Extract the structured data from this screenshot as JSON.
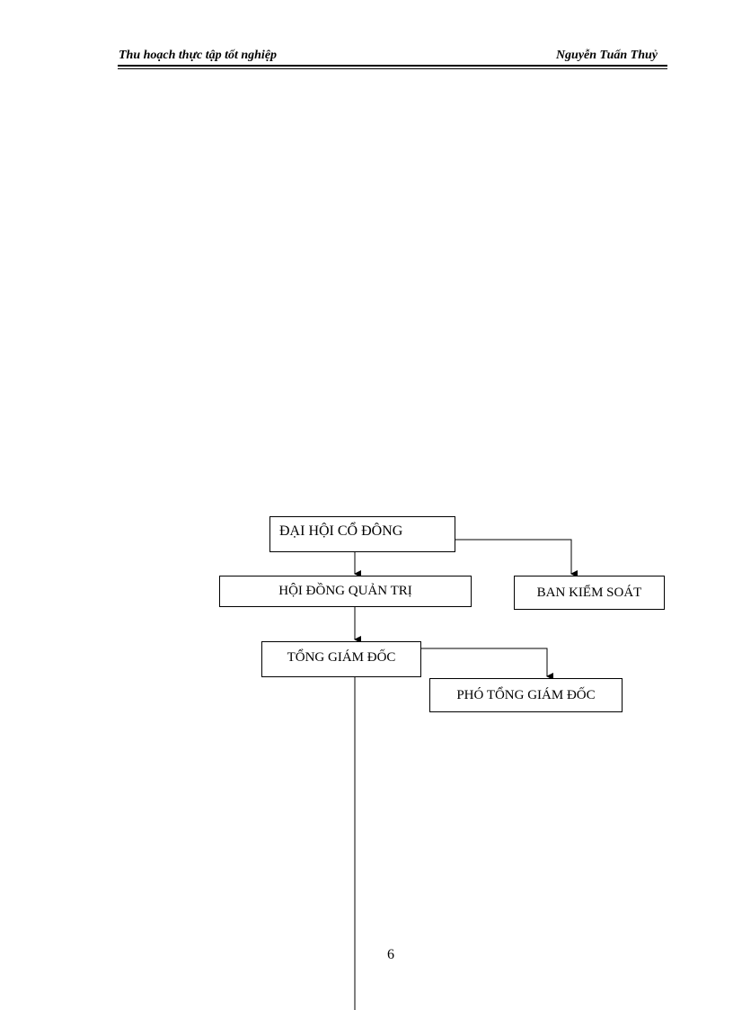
{
  "header": {
    "left_text": "Thu hoạch thực tập tốt nghiệp",
    "right_text": "Nguyễn Tuấn Thuỷ"
  },
  "org_chart": {
    "nodes": {
      "shareholders_meeting": "ĐẠI HỘI CỔ ĐÔNG",
      "board_of_directors": "HỘI ĐỒNG QUẢN TRỊ",
      "supervisory_board": "BAN KIỂM SOÁT",
      "general_director": "TỔNG GIÁM ĐỐC",
      "deputy_general_director": "PHÓ TỔNG GIÁM ĐỐC"
    },
    "edges": [
      [
        "shareholders_meeting",
        "board_of_directors"
      ],
      [
        "shareholders_meeting",
        "supervisory_board"
      ],
      [
        "board_of_directors",
        "general_director"
      ],
      [
        "general_director",
        "deputy_general_director"
      ]
    ]
  },
  "footer": {
    "page_number": "6"
  }
}
